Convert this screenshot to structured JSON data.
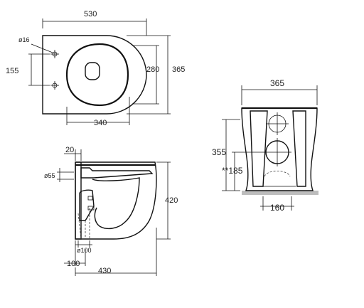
{
  "top_view": {
    "width": "530",
    "depth": "365",
    "bowl_depth": "280",
    "rear_to_bowl": "340",
    "hole_spacing": "155",
    "hole_diameter": "ø16"
  },
  "side_view": {
    "height": "420",
    "length": "430",
    "rear_offset": "20",
    "inlet_diameter": "ø55",
    "outlet_diameter": "ø100",
    "outlet_offset": "100"
  },
  "rear_view": {
    "width": "365",
    "height": "355",
    "outlet_height": "**185",
    "base_width": "160"
  }
}
